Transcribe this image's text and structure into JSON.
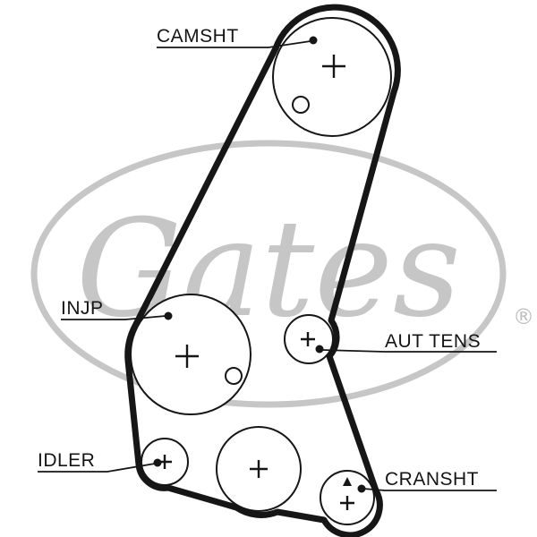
{
  "watermark": {
    "brand": "Gates",
    "registered_symbol": "®"
  },
  "labels": {
    "camshaft": "CAMSHT",
    "injection_pump": "INJP",
    "tensioner": "AUT TENS",
    "idler": "IDLER",
    "crankshaft": "CRANSHT"
  },
  "colors": {
    "line": "#161616",
    "belt": "#161616",
    "watermark": "#c6c6c6",
    "background": "#ffffff"
  }
}
